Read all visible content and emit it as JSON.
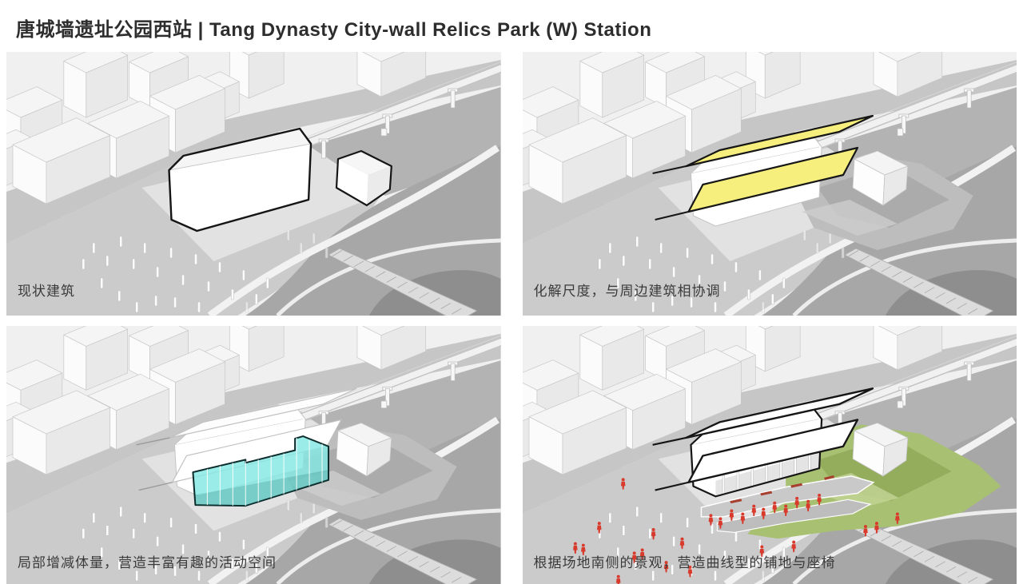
{
  "title": {
    "text": "唐城墙遗址公园西站 | Tang Dynasty City-wall Relics Park (W) Station"
  },
  "panels": [
    {
      "caption": "现状建筑"
    },
    {
      "caption": "化解尺度，与周边建筑相协调"
    },
    {
      "caption": "局部增减体量，营造丰富有趣的活动空间"
    },
    {
      "caption": "根据场地南侧的景观，营造曲线型的铺地与座椅"
    }
  ],
  "colors": {
    "roof_yellow": "#f6ef7d",
    "glass_cyan": "#82e8e2",
    "lawn_green": "#a8c072",
    "figure_red": "#d83a2c",
    "outline_black": "#1a1a1a"
  }
}
